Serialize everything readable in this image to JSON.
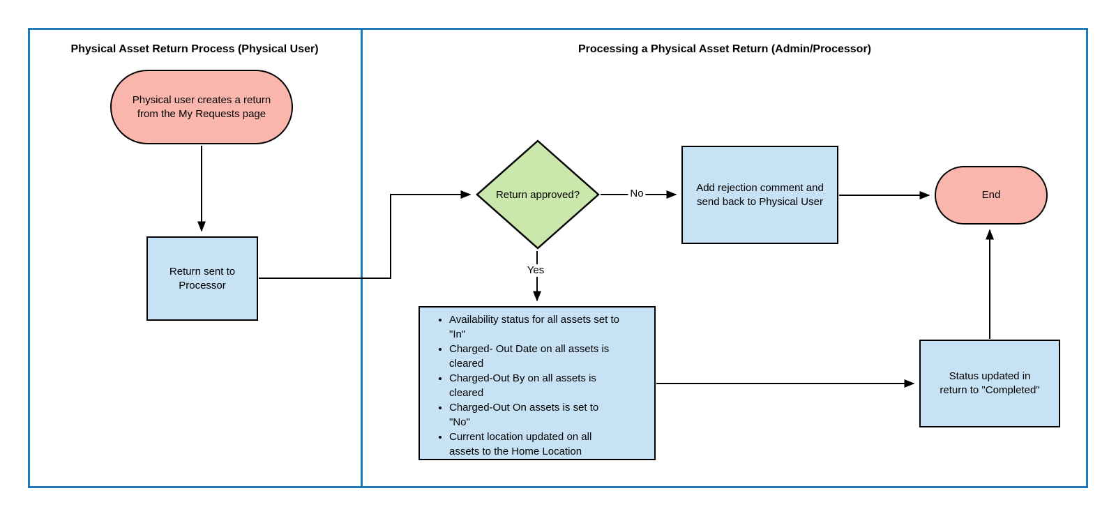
{
  "lanes": [
    {
      "title": "Physical Asset Return Process (Physical User)"
    },
    {
      "title": "Processing a Physical Asset Return (Admin/Processor)"
    }
  ],
  "nodes": {
    "start": {
      "label": "Physical user creates a return from the My Requests page"
    },
    "return_sent": {
      "label": "Return sent to Processor"
    },
    "decision": {
      "label": "Return approved?"
    },
    "rejection": {
      "label": "Add rejection comment and send back to Physical User"
    },
    "end": {
      "label": "End"
    },
    "status": {
      "label": "Status updated in return to \"Completed\""
    },
    "updates": {
      "bullets": [
        [
          "Availability status for all assets set to",
          "\"In\""
        ],
        [
          "Charged- Out Date on all assets is",
          "cleared"
        ],
        [
          "Charged-Out By on all assets is",
          "cleared"
        ],
        [
          "Charged-Out On assets  is set to",
          "\"No\""
        ],
        [
          "Current location updated on all",
          "assets to the Home Location"
        ]
      ]
    }
  },
  "edge_labels": {
    "no": "No",
    "yes": "Yes"
  },
  "colors": {
    "terminator_fill": "#FAB6AC",
    "process_fill": "#C6E2F4",
    "decision_fill": "#CBE8AC",
    "lane_border": "#1E7AB8",
    "connector": "#000000"
  }
}
